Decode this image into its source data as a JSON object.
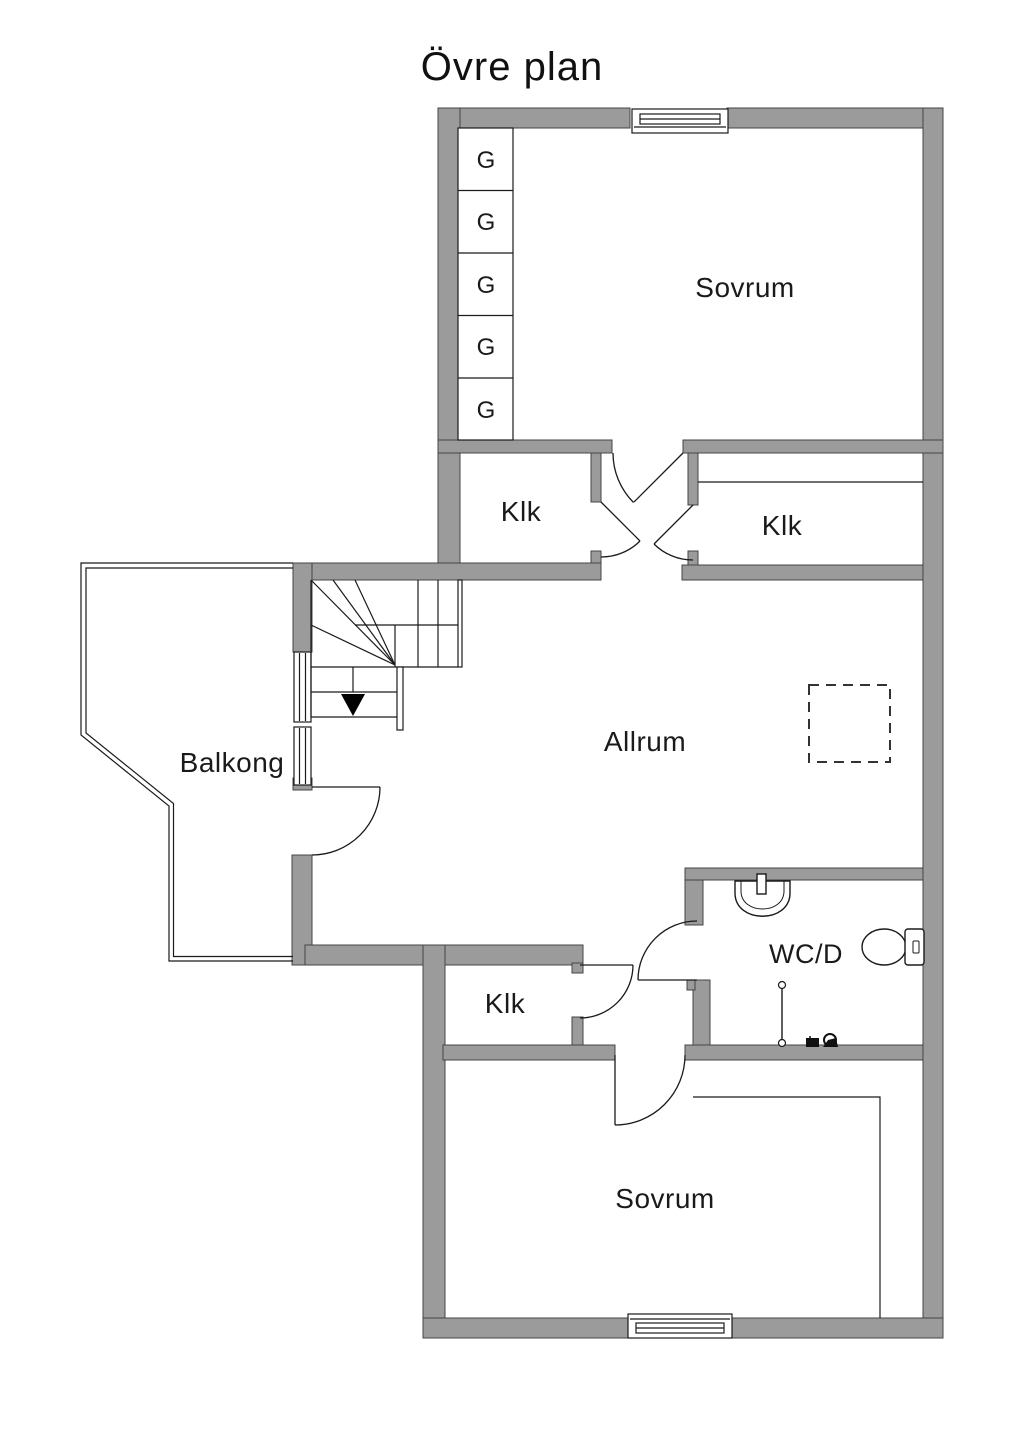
{
  "title": "Övre plan",
  "colors": {
    "wall": "#9b9b9b",
    "line": "#1a1a1a",
    "background": "#ffffff"
  },
  "rooms": {
    "sovrum_top": {
      "label": "Sovrum"
    },
    "klk_left": {
      "label": "Klk"
    },
    "klk_right": {
      "label": "Klk"
    },
    "allrum": {
      "label": "Allrum"
    },
    "balkong": {
      "label": "Balkong"
    },
    "wcd": {
      "label": "WC/D"
    },
    "klk_lower": {
      "label": "Klk"
    },
    "sovrum_bottom": {
      "label": "Sovrum"
    }
  },
  "wardrobes": {
    "labels": [
      "G",
      "G",
      "G",
      "G",
      "G"
    ]
  },
  "symbols": {
    "stairs_direction": "down-arrow",
    "dashed_square": "chimney-void",
    "fixtures": [
      "sink",
      "toilet",
      "shower-rail",
      "washing-valve"
    ]
  }
}
